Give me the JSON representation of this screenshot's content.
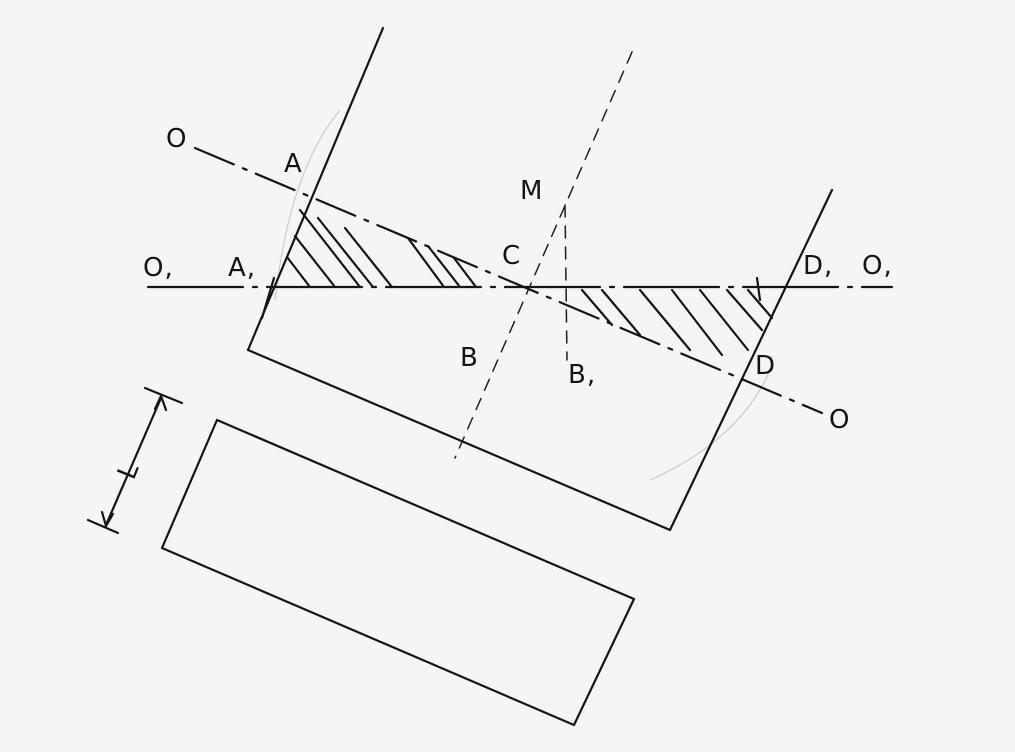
{
  "labels": {
    "O_upper_left": "O",
    "O_lower_right": "O",
    "O1_left": "O,",
    "O1_right": "O,",
    "A": "A",
    "A1": "A,",
    "C": "C",
    "M": "M",
    "B": "B",
    "B1": "B,",
    "D": "D",
    "D1": "D,",
    "L": "L"
  },
  "colors": {
    "ink": "#141414",
    "paper": "#f5f5f5",
    "construction": "#c8c8c8"
  }
}
